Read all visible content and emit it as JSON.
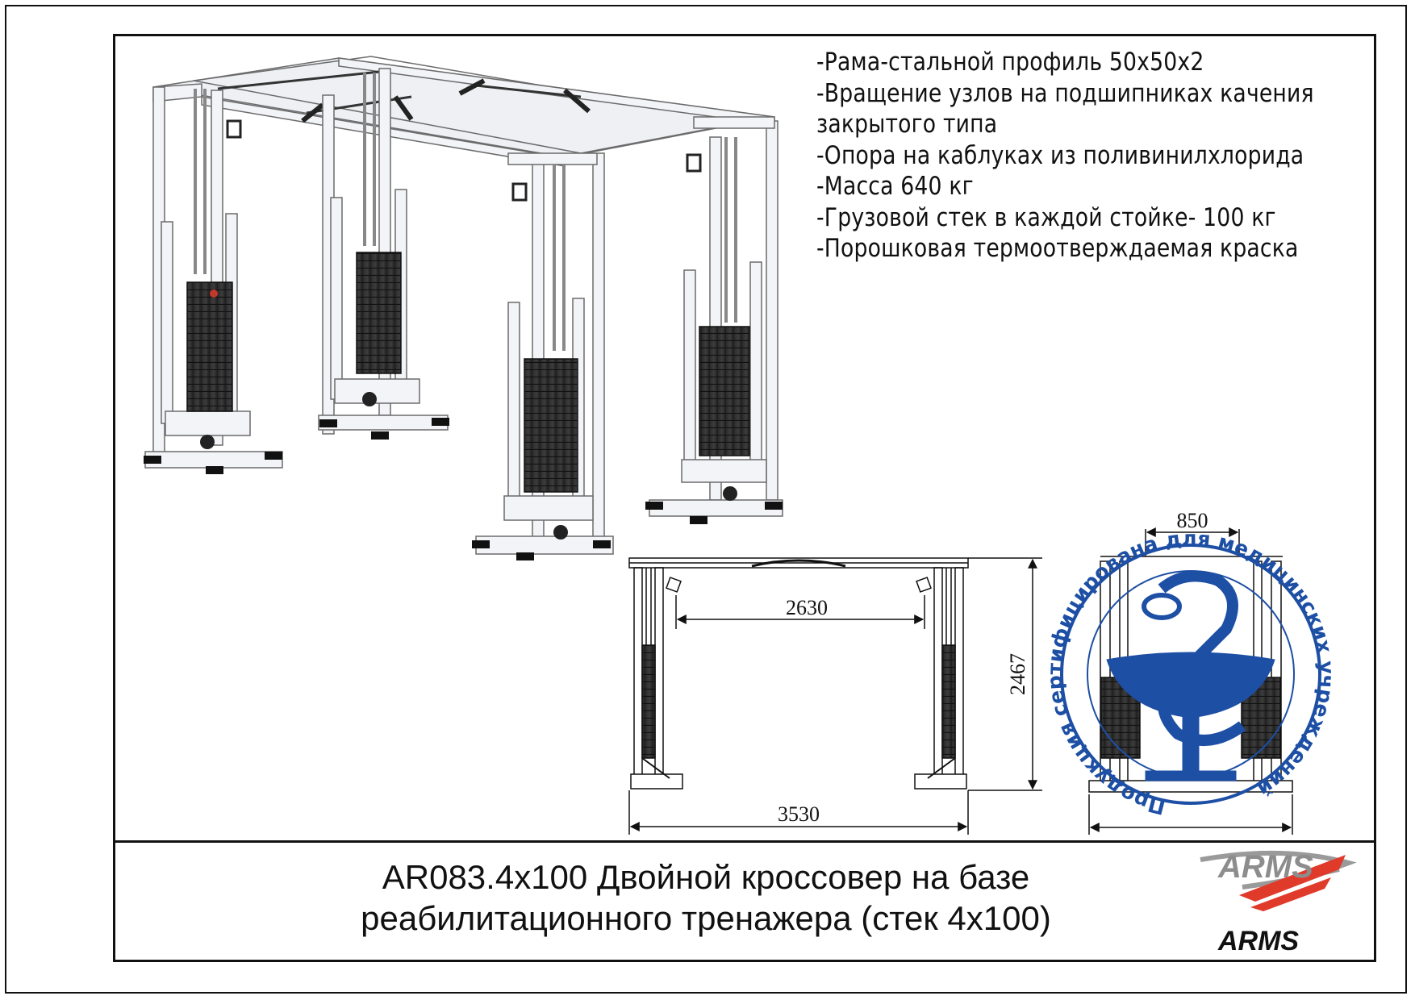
{
  "specs": [
    "-Рама-стальной профиль 50х50х2",
    "-Вращение узлов на подшипниках качения",
    "закрытого типа",
    "-Опора на каблуках из поливинилхлорида",
    "-Масса 640 кг",
    "-Грузовой стек в каждой стойке- 100 кг",
    "-Порошковая термоотверждаемая краска"
  ],
  "title": {
    "line1": "AR083.4х100 Двойной кроссовер на базе",
    "line2": "реабилитационного тренажера (стек 4х100)"
  },
  "dimensions": {
    "inner_width": "2630",
    "height": "2467",
    "overall_width": "3530",
    "depth": "850"
  },
  "stamp": {
    "text": "Продукция сертифицирована для медицинских учреждений"
  },
  "brand": {
    "logo_text": "ARMS",
    "wordmark": "ARMS"
  },
  "colors": {
    "frame": "#111111",
    "stamp_blue": "#1d4fa5",
    "brand_red": "#e03a2a",
    "brand_gray": "#9a9a9a"
  }
}
